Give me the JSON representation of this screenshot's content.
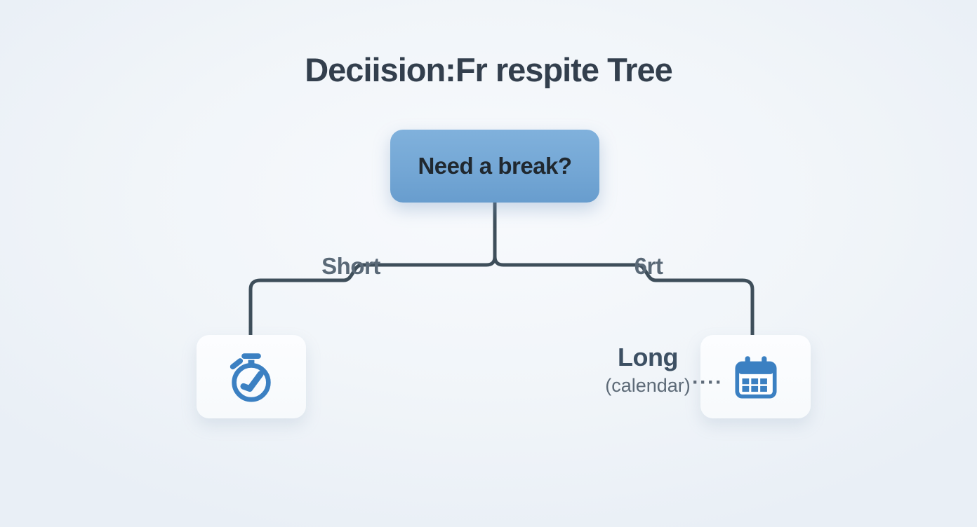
{
  "page": {
    "title": "Deciision:Fr respite Tree"
  },
  "diagram": {
    "root": {
      "label": "Need a break?"
    },
    "branches": [
      {
        "side": "left",
        "label": "Short",
        "node": {
          "icon": "stopwatch-icon"
        }
      },
      {
        "side": "right",
        "label": "6rt",
        "node": {
          "icon": "calendar-icon",
          "title": "Long",
          "subtitle": "(calendar)",
          "dots": "····"
        }
      }
    ]
  },
  "colors": {
    "background": "#f1f5f9",
    "root_box_top": "#80b1dc",
    "root_box_bottom": "#689dce",
    "root_box_text": "#20282f",
    "connector": "#3e4e5a",
    "title_text": "#333f4d",
    "branch_label": "#5a6977",
    "node_card": "#fbfdfe",
    "icon_blue": "#3b80c2",
    "long_title": "#3d5063",
    "subtitle": "#5d6a77"
  }
}
